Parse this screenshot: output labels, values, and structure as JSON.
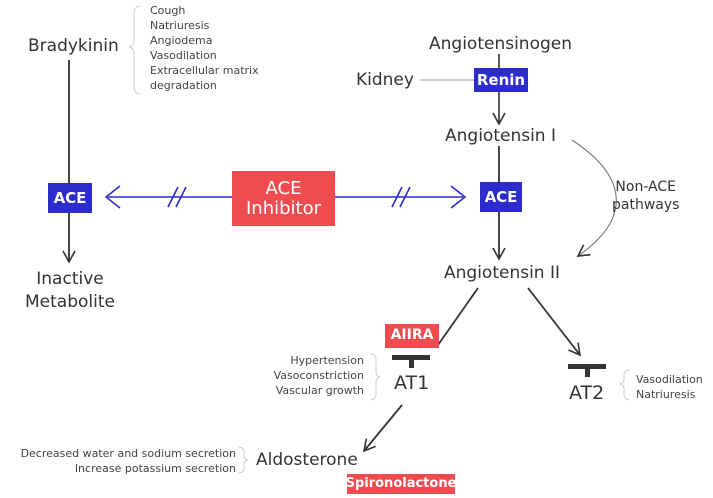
{
  "bradykinin": "Bradykinin",
  "bradykinin_effects": [
    "Cough",
    "Natriuresis",
    "Angiodema",
    "Vasodilation",
    "Extracellular matrix",
    "degradation"
  ],
  "ace_left": "ACE",
  "inactive_metabolite": [
    "Inactive",
    "Metabolite"
  ],
  "ace_inhibitor": [
    "ACE",
    "Inhibitor"
  ],
  "angiotensinogen": "Angiotensinogen",
  "kidney": "Kidney",
  "renin": "Renin",
  "angiotensin_1": "Angiotensin I",
  "non_ace": [
    "Non-ACE",
    "pathways"
  ],
  "ace_right": "ACE",
  "angiotensin_2": "Angiotensin II",
  "aiira": "AIIRA",
  "at1_effects": [
    "Hypertension",
    "Vasoconstriction",
    "Vascular growth"
  ],
  "at1": "AT1",
  "at2": "AT2",
  "at2_effects": [
    "Vasodilation",
    "Natriuresis"
  ],
  "aldosterone_effects": [
    "Decreased water and sodium secretion",
    "Increase potassium secretion"
  ],
  "aldosterone": "Aldosterone",
  "spironolactone": "Spironolactone",
  "colors": {
    "blue": "#2c2ccc",
    "red": "#f04b4f",
    "line": "#333333"
  }
}
